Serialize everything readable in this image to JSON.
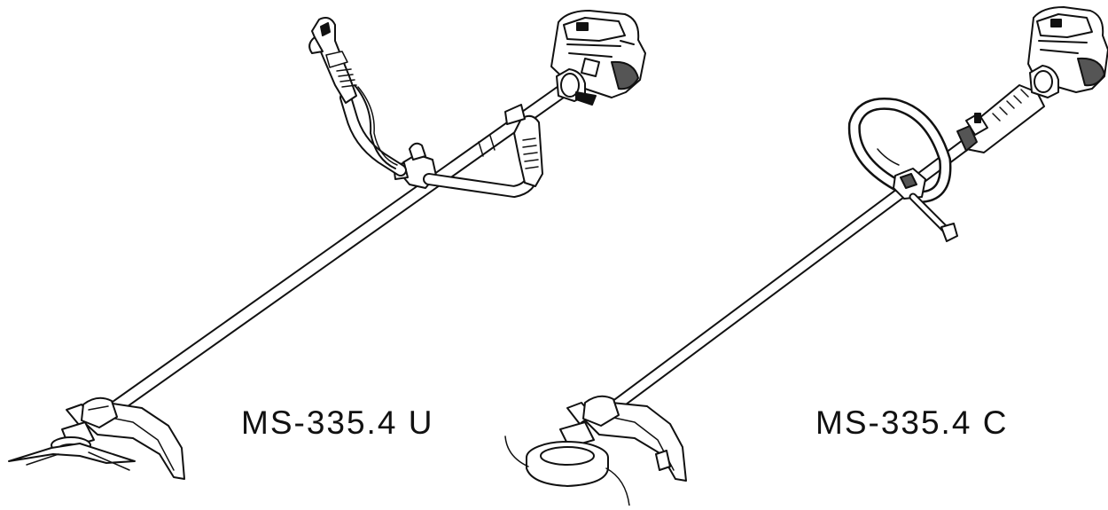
{
  "models": [
    {
      "name": "MS-335.4 U",
      "handle": "bike-handle"
    },
    {
      "name": "MS-335.4 C",
      "handle": "loop-handle"
    }
  ],
  "colors": {
    "line": "#111111",
    "fill": "#ffffff",
    "shade": "#555555"
  },
  "icons": {
    "trimmer_u": "brush-cutter-bike-handle-drawing",
    "trimmer_c": "line-trimmer-loop-handle-drawing"
  }
}
